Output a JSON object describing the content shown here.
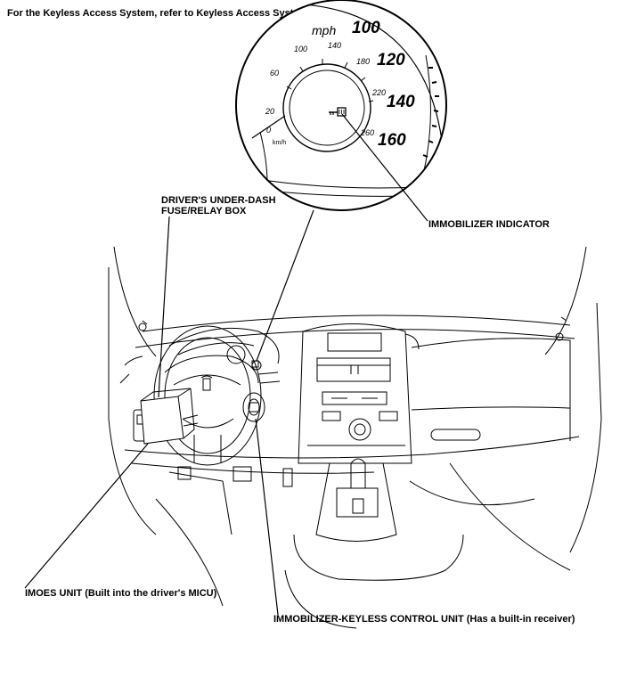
{
  "header_note": "For the Keyless Access System, refer to Keyless Access System:",
  "speedometer": {
    "outer_unit": "mph",
    "outer_scale": [
      "100",
      "120",
      "140",
      "160"
    ],
    "inner_scale": [
      "20",
      "60",
      "100",
      "140",
      "180",
      "220",
      "260"
    ],
    "inner_unit": "km/h",
    "zero_mark": "0"
  },
  "callouts": {
    "fuse_box": [
      "DRIVER'S UNDER-DASH",
      "FUSE/RELAY BOX"
    ],
    "immobilizer_indicator": "IMMOBILIZER INDICATOR",
    "imoes_unit": "IMOES UNIT (Built into the driver's MICU)",
    "control_unit": "IMMOBILIZER-KEYLESS CONTROL UNIT (Has a built-in receiver)"
  },
  "colors": {
    "line": "#000000",
    "background": "#ffffff"
  }
}
